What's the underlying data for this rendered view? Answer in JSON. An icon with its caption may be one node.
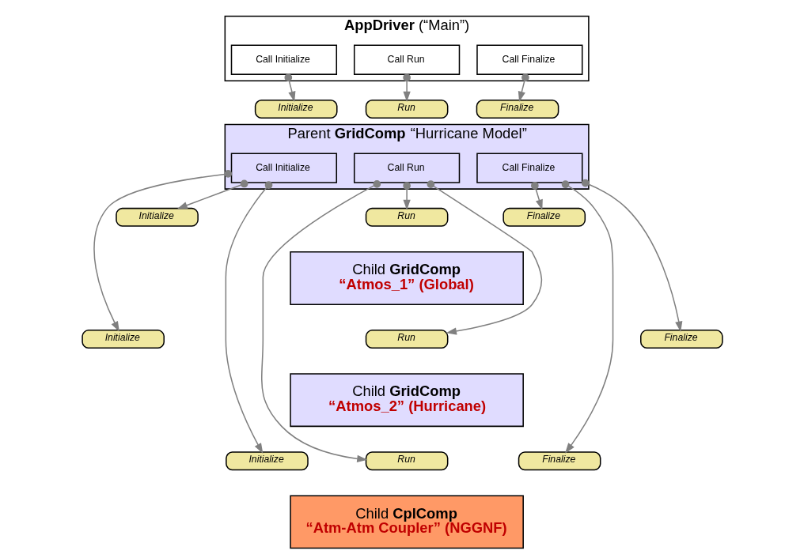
{
  "diagram": {
    "nodes": [
      {
        "text": [
          "**AppDriver** (“Main”)"
        ]
      },
      {
        "text": [
          "Call Initialize"
        ],
        "in": 0
      },
      {
        "text": [
          "Call Run"
        ],
        "in": 0
      },
      {
        "text": [
          "Call Finalize"
        ],
        "in": 0
      },
      {
        "text": [
          "Initialize"
        ]
      },
      {
        "text": [
          "Run"
        ]
      },
      {
        "text": [
          "Finalize"
        ]
      },
      {
        "text": [
          "Parent **GridComp** “Hurricane Model”"
        ]
      },
      {
        "text": [
          "Call Initialize"
        ],
        "in": 7
      },
      {
        "text": [
          "Call Run"
        ],
        "in": 7
      },
      {
        "text": [
          "Call Finalize"
        ],
        "in": 7
      },
      {
        "text": [
          "Initialize"
        ]
      },
      {
        "text": [
          "Run"
        ]
      },
      {
        "text": [
          "Finalize"
        ]
      },
      {
        "text": [
          "Child **GridComp**",
          "“Atmos_1” (Global)"
        ]
      },
      {
        "text": [
          "Initialize"
        ]
      },
      {
        "text": [
          "Run"
        ]
      },
      {
        "text": [
          "Finalize"
        ]
      },
      {
        "text": [
          "Child **GridComp**",
          "“Atmos_2” (Hurricane)"
        ]
      },
      {
        "text": [
          "Initialize"
        ]
      },
      {
        "text": [
          "Run"
        ]
      },
      {
        "text": [
          "Finalize"
        ]
      },
      {
        "text": [
          "Child **CplComp**",
          "“Atm-Atm Coupler” (NGGNF)"
        ]
      }
    ],
    "edges": [
      {
        "from": 1,
        "to": 4,
        "arrow": "to"
      },
      {
        "from": 2,
        "to": 5,
        "arrow": "to"
      },
      {
        "from": 3,
        "to": 6,
        "arrow": "to"
      },
      {
        "from": 8,
        "to": 11,
        "arrow": "to"
      },
      {
        "from": 8,
        "to": 15,
        "arrow": "to"
      },
      {
        "from": 8,
        "to": 19,
        "arrow": "to"
      },
      {
        "from": 9,
        "to": 12,
        "arrow": "to"
      },
      {
        "from": 9,
        "to": 16,
        "arrow": "to"
      },
      {
        "from": 9,
        "to": 20,
        "arrow": "to"
      },
      {
        "from": 10,
        "to": 13,
        "arrow": "to"
      },
      {
        "from": 10,
        "to": 17,
        "arrow": "to"
      },
      {
        "from": 10,
        "to": 21,
        "arrow": "to"
      }
    ]
  }
}
